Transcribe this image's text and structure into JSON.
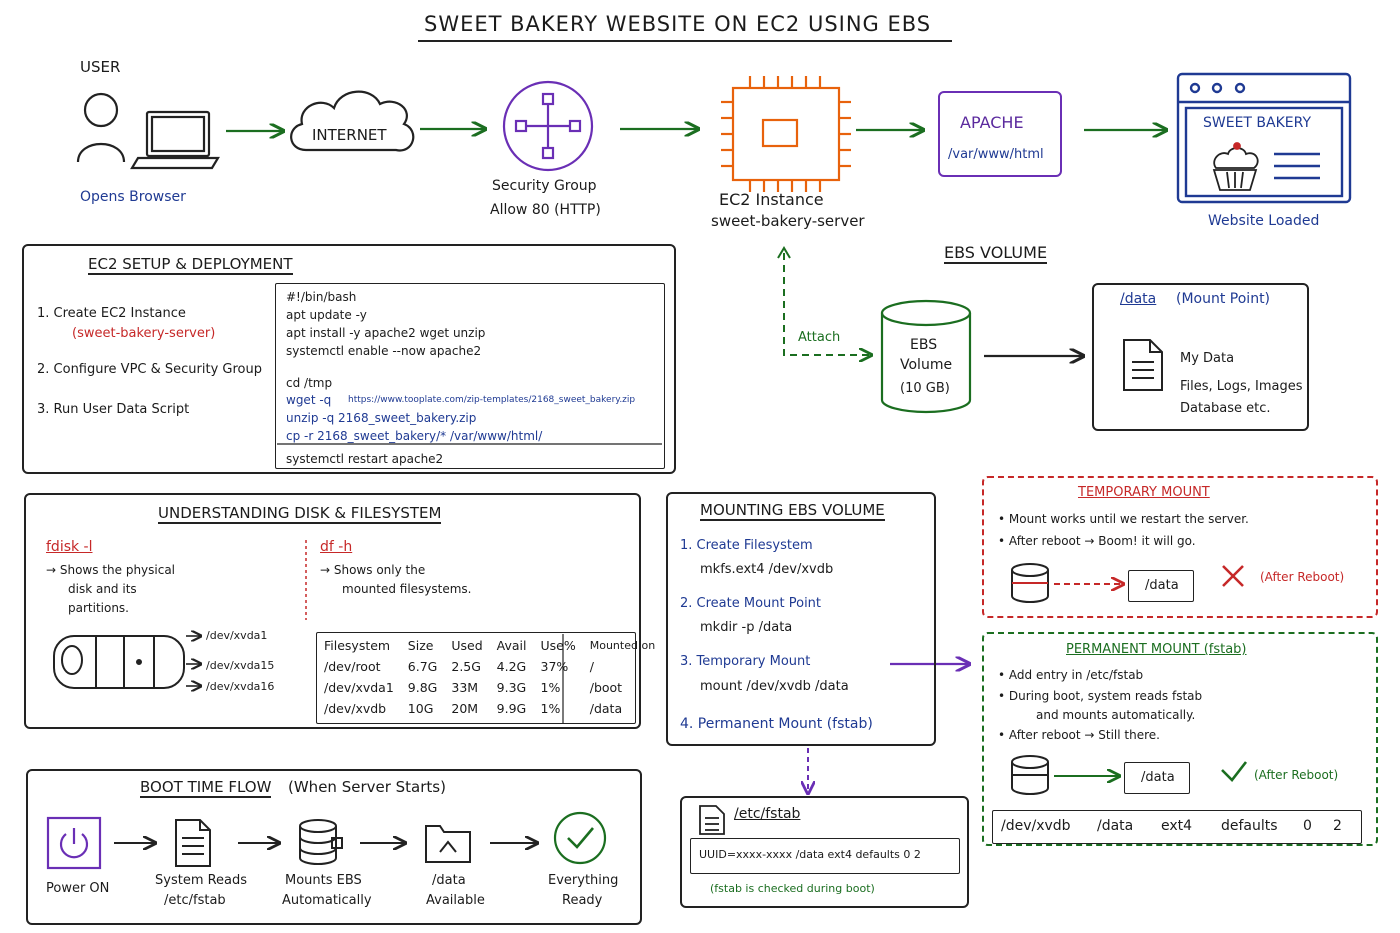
{
  "title": "SWEET BAKERY WEBSITE ON EC2 USING EBS",
  "flow": {
    "user_label": "USER",
    "user_caption": "Opens Browser",
    "internet_label": "INTERNET",
    "security_group": {
      "line1": "Security Group",
      "line2": "Allow 80 (HTTP)"
    },
    "ec2": {
      "line1": "EC2 Instance",
      "line2": "sweet-bakery-server"
    },
    "apache": {
      "title": "APACHE",
      "path": "/var/www/html"
    },
    "website": {
      "title": "SWEET BAKERY",
      "caption": "Website Loaded"
    }
  },
  "ebs_volume": {
    "heading": "EBS VOLUME",
    "attach_label": "Attach",
    "cylinder": {
      "line1": "EBS",
      "line2": "Volume",
      "line3": "(10 GB)"
    },
    "mount_point": {
      "path": "/data",
      "label": "(Mount Point)",
      "line1": "My Data",
      "line2": "Files, Logs, Images",
      "line3": "Database etc."
    }
  },
  "setup": {
    "heading": "EC2 SETUP & DEPLOYMENT",
    "steps": [
      {
        "text": "1. Create EC2 Instance",
        "sub": "(sweet-bakery-server)"
      },
      {
        "text": "2. Configure VPC & Security Group",
        "sub": ""
      },
      {
        "text": "3. Run User Data Script",
        "sub": ""
      }
    ],
    "script": {
      "shebang": "#!/bin/bash",
      "l1": "apt update -y",
      "l2": "apt install -y apache2 wget unzip",
      "l3": "systemctl enable --now apache2",
      "l4": "cd /tmp",
      "l5_cmd": "wget -q",
      "l5_url": "https://www.tooplate.com/zip-templates/2168_sweet_bakery.zip",
      "l6": "unzip -q 2168_sweet_bakery.zip",
      "l7": "cp -r 2168_sweet_bakery/* /var/www/html/",
      "l8": "systemctl restart apache2"
    }
  },
  "disk": {
    "heading": "UNDERSTANDING DISK & FILESYSTEM",
    "fdisk": {
      "cmd": "fdisk -l",
      "line1": "→ Shows the physical",
      "line2": "disk and its",
      "line3": "partitions."
    },
    "df": {
      "cmd": "df -h",
      "line1": "→ Shows only the",
      "line2": "mounted filesystems."
    },
    "devices": [
      "/dev/xvda1",
      "/dev/xvda15",
      "/dev/xvda16"
    ],
    "table": {
      "headers": [
        "Filesystem",
        "Size",
        "Used",
        "Avail",
        "Use%",
        "Mounted on"
      ],
      "rows": [
        [
          "/dev/root",
          "6.7G",
          "2.5G",
          "4.2G",
          "37%",
          "/"
        ],
        [
          "/dev/xvda1",
          "9.8G",
          "33M",
          "9.3G",
          "1%",
          "/boot"
        ],
        [
          "/dev/xvdb",
          "10G",
          "20M",
          "9.9G",
          "1%",
          "/data"
        ]
      ]
    }
  },
  "mounting": {
    "heading": "MOUNTING EBS VOLUME",
    "steps": [
      {
        "title": "1. Create Filesystem",
        "cmd": "mkfs.ext4 /dev/xvdb"
      },
      {
        "title": "2. Create Mount Point",
        "cmd": "mkdir -p /data"
      },
      {
        "title": "3. Temporary Mount",
        "cmd": "mount /dev/xvdb /data"
      },
      {
        "title": "4. Permanent Mount (fstab)",
        "cmd": ""
      }
    ]
  },
  "fstab": {
    "file": "/etc/fstab",
    "entry": "UUID=xxxx-xxxx /data ext4 defaults 0 2",
    "note": "(fstab is checked during boot)"
  },
  "temporary_mount": {
    "heading": "TEMPORARY MOUNT",
    "bullet1": "Mount works until we restart the server.",
    "bullet2": "After reboot → Boom! it will go.",
    "target": "/data",
    "after": "(After Reboot)"
  },
  "permanent_mount": {
    "heading": "PERMANENT MOUNT (fstab)",
    "bullet1": "Add entry in /etc/fstab",
    "bullet2a": "During boot, system reads fstab",
    "bullet2b": "and mounts automatically.",
    "bullet3": "After reboot → Still there.",
    "target": "/data",
    "after": "(After Reboot)",
    "entry": [
      "/dev/xvdb",
      "/data",
      "ext4",
      "defaults",
      "0",
      "2"
    ]
  },
  "boot": {
    "heading": "BOOT TIME FLOW",
    "heading_note": "(When Server Starts)",
    "steps": [
      {
        "line1": "Power ON",
        "line2": ""
      },
      {
        "line1": "System Reads",
        "line2": "/etc/fstab"
      },
      {
        "line1": "Mounts EBS",
        "line2": "Automatically"
      },
      {
        "line1": "/data",
        "line2": "Available"
      },
      {
        "line1": "Everything",
        "line2": "Ready"
      }
    ]
  },
  "colors": {
    "arrow_green": "#1b6e20",
    "ec2_orange": "#e8620c",
    "purple": "#6a2fb5",
    "navy": "#1f3a93",
    "red": "#c62828"
  }
}
